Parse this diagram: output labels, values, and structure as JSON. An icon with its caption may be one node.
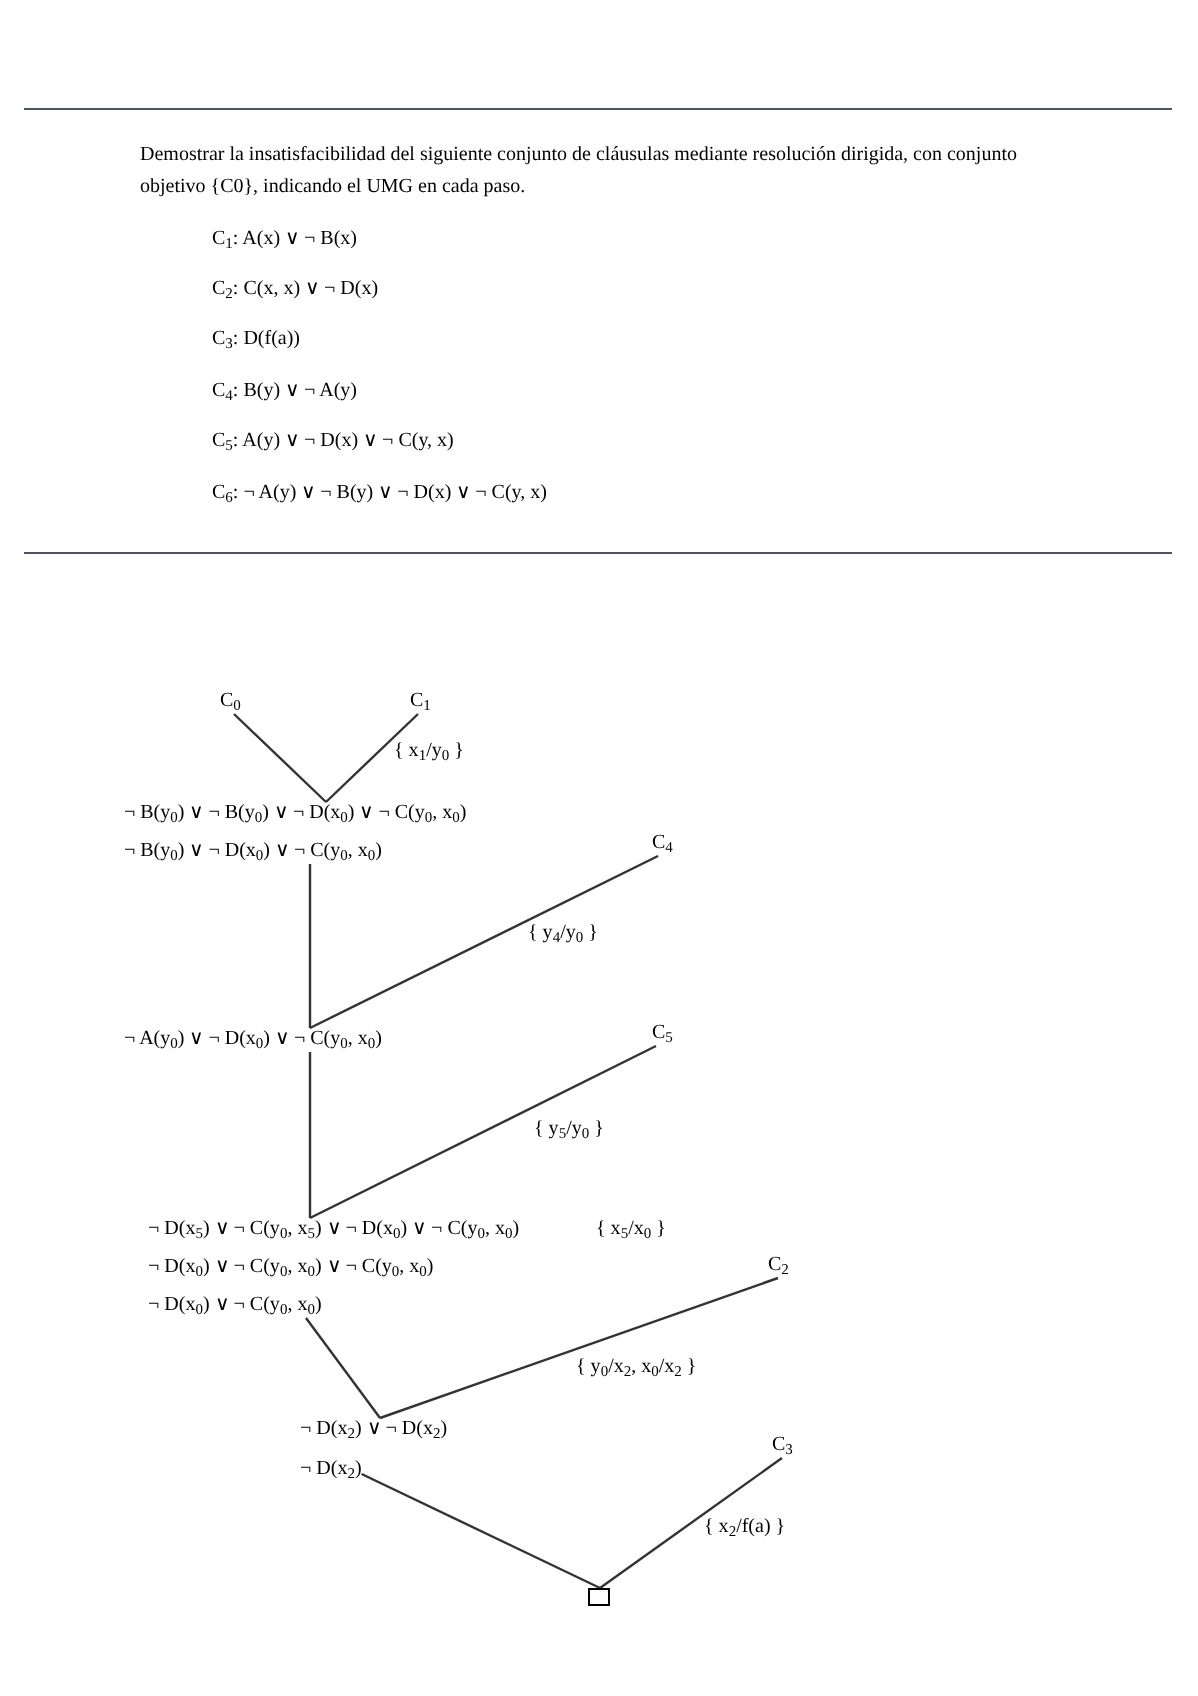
{
  "diagram": {
    "nodes": [
      {
        "text": [
          "C$_{0}$"
        ]
      },
      {
        "text": [
          "C$_{1}$"
        ]
      },
      {
        "text": [
          "¬ B(y$_{0}$) ∨ ¬ B(y$_{0}$) ∨ ¬ D(x$_{0}$) ∨ ¬ C(y$_{0}$, x$_{0}$)"
        ]
      },
      {
        "text": [
          "¬ B(y$_{0}$) ∨ ¬ D(x$_{0}$) ∨ ¬ C(y$_{0}$, x$_{0}$)"
        ]
      },
      {
        "text": [
          "C$_{4}$"
        ]
      },
      {
        "text": [
          "¬ A(y$_{0}$) ∨ ¬ D(x$_{0}$) ∨ ¬ C(y$_{0}$, x$_{0}$)"
        ]
      },
      {
        "text": [
          "C$_{5}$"
        ]
      },
      {
        "text": [
          "¬ D(x$_{5}$) ∨ ¬ C(y$_{0}$, x$_{5}$) ∨ ¬ D(x$_{0}$) ∨ ¬ C(y$_{0}$, x$_{0}$)"
        ],
        "beside": [
          "{ x$_{5}$/x$_{0}$ }"
        ]
      },
      {
        "text": [
          "¬ D(x$_{0}$) ∨ ¬ C(y$_{0}$, x$_{0}$) ∨ ¬ C(y$_{0}$, x$_{0}$)"
        ]
      },
      {
        "text": [
          "¬ D(x$_{0}$) ∨ ¬ C(y$_{0}$, x$_{0}$)"
        ]
      },
      {
        "text": [
          "C$_{2}$"
        ]
      },
      {
        "text": [
          "¬ D(x$_{2}$) ∨ ¬ D(x$_{2}$)"
        ]
      },
      {
        "text": [
          "¬ D(x$_{2}$)"
        ]
      },
      {
        "text": [
          "C$_{3}$"
        ]
      },
      {
        "text": [],
        "shape": "box"
      }
    ],
    "edges": [
      {
        "from": 0,
        "to": 2,
        "arrow": "none"
      },
      {
        "from": 1,
        "to": 2,
        "arrow": "none",
        "label": "{ x$_{1}$/y$_{0}$ }"
      },
      {
        "from": 3,
        "to": 5,
        "arrow": "none"
      },
      {
        "from": 4,
        "to": 5,
        "arrow": "none",
        "label": "{ y$_{4}$/y$_{0}$ }"
      },
      {
        "from": 5,
        "to": 7,
        "arrow": "none"
      },
      {
        "from": 6,
        "to": 7,
        "arrow": "none",
        "label": "{ y$_{5}$/y$_{0}$ }"
      },
      {
        "from": 9,
        "to": 11,
        "arrow": "none"
      },
      {
        "from": 10,
        "to": 11,
        "arrow": "none",
        "label": "{ y$_{0}$/x$_{2}$, x$_{0}$/x$_{2}$ }"
      },
      {
        "from": 12,
        "to": 14,
        "arrow": "none"
      },
      {
        "from": 13,
        "to": 14,
        "arrow": "none",
        "label": "{ x$_{2}$/f(a) }"
      }
    ],
    "labels": [
      "Demostrar la insatisfacibilidad del siguiente conjunto de cláusulas mediante resolución dirigida, con conjunto objetivo {C0}, indicando el UMG en cada paso.",
      "C$_{1}$: A(x) ∨ ¬ B(x)",
      "C$_{2}$: C(x, x) ∨ ¬ D(x)",
      "C$_{3}$: D(f(a))",
      "C$_{4}$: B(y) ∨ ¬ A(y)",
      "C$_{5}$: A(y) ∨ ¬ D(x) ∨ ¬ C(y, x)",
      "C$_{6}$: ¬ A(y) ∨ ¬ B(y) ∨ ¬ D(x) ∨ ¬ C(y, x)"
    ]
  }
}
